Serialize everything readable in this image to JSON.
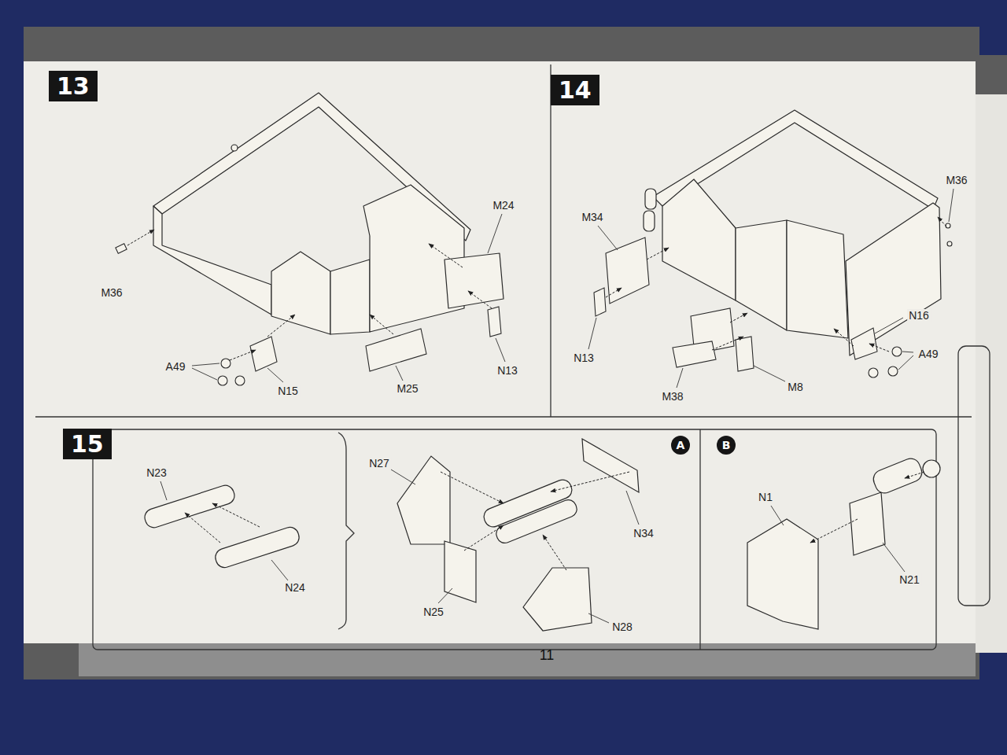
{
  "diagram": {
    "nodes": [
      {
        "text": [
          "13"
        ]
      },
      {
        "text": [
          "14"
        ]
      },
      {
        "text": [
          "15"
        ]
      },
      {
        "text": [
          "A"
        ]
      },
      {
        "text": [
          "B"
        ]
      }
    ],
    "labels": [
      "M36",
      "A49",
      "N15",
      "M25",
      "N13",
      "M24",
      "M34",
      "N13",
      "N16",
      "A49",
      "M8",
      "M38",
      "M36",
      "N23",
      "N24",
      "N27",
      "N25",
      "N34",
      "N28",
      "N1",
      "N21",
      "11"
    ]
  }
}
